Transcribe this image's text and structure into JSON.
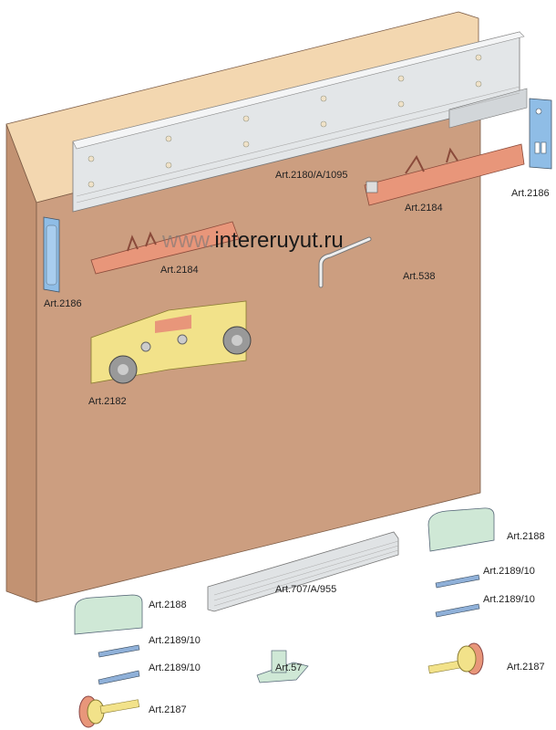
{
  "watermark": {
    "prefix": "www.",
    "domain": "intereruyut.ru"
  },
  "labels": {
    "rail_top": "Art.2180/A/1095",
    "hanger_right": "Art.2184",
    "hanger_left": "Art.2184",
    "stop_right": "Art.2186",
    "stop_left": "Art.2186",
    "key": "Art.538",
    "carriage": "Art.2182",
    "guide_rail": "Art.707/A/955",
    "cover_right": "Art.2188",
    "cover_left": "Art.2188",
    "plate_r1": "Art.2189/10",
    "plate_r2": "Art.2189/10",
    "plate_l1": "Art.2189/10",
    "plate_l2": "Art.2189/10",
    "guide": "Art.57",
    "wheel_right": "Art.2187",
    "wheel_left": "Art.2187"
  },
  "colors": {
    "door_front": "#cc9e80",
    "door_top": "#f3d7b0",
    "rail": "#d9dde0",
    "hanger": "#e8967a",
    "carriage": "#f2e28a",
    "stop": "#8fbde6",
    "cover": "#cfe8d6"
  }
}
